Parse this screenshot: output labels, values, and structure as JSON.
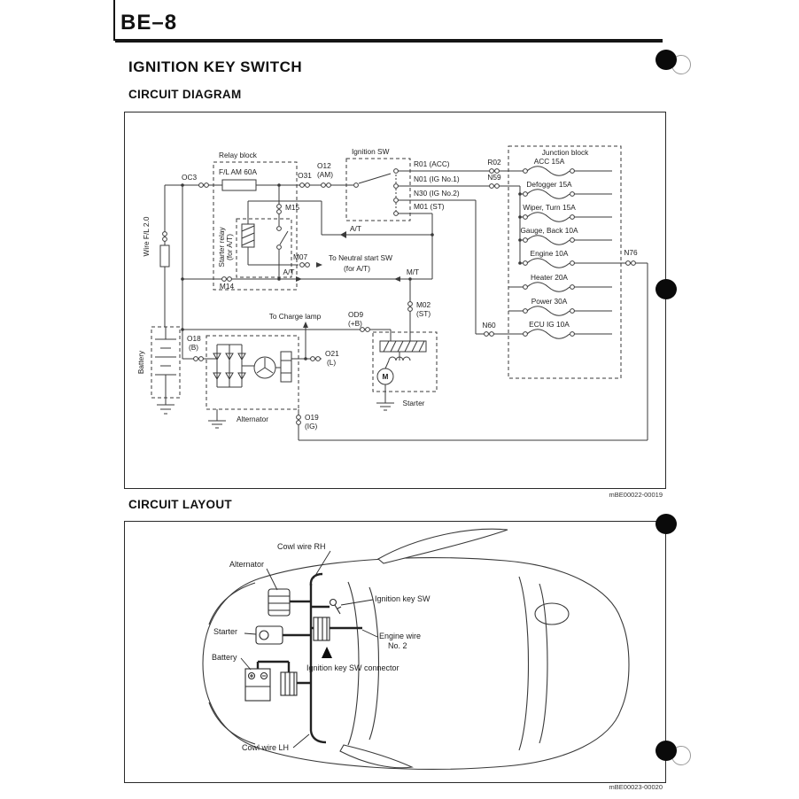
{
  "page": {
    "code": "BE–8",
    "title": "IGNITION KEY SWITCH",
    "section_diagram": "CIRCUIT DIAGRAM",
    "section_layout": "CIRCUIT LAYOUT",
    "fig_code_diagram": "mBE00022-00019",
    "fig_code_layout": "mBE00023-00020"
  },
  "diagram": {
    "relay_block": "Relay block",
    "fuse_fl_am": "F/L AM 60A",
    "conn_oc3": "OC3",
    "conn_o31": "O31",
    "conn_o12": "O12",
    "conn_o12_pin": "(AM)",
    "ignition_sw": "Ignition SW",
    "out_r01": "R01 (ACC)",
    "out_n01": "N01 (IG No.1)",
    "out_n30": "N30 (IG No.2)",
    "out_m01": "M01 (ST)",
    "conn_r02": "R02",
    "conn_n59": "N59",
    "junction_block": "Junction block",
    "fuses": [
      "ACC 15A",
      "Defogger 15A",
      "Wiper, Turn 15A",
      "Gauge, Back 10A",
      "Engine 10A",
      "Heater 20A",
      "Power 30A",
      "ECU IG 10A"
    ],
    "conn_n76": "N76",
    "conn_n60": "N60",
    "conn_m15": "M15",
    "starter_relay_1": "Starter relay",
    "starter_relay_2": "(for A/T)",
    "at_label": "A/T",
    "conn_m07": "M07",
    "neutral_sw_1": "To Neutral start SW",
    "neutral_sw_2": "(for A/T)",
    "conn_m14": "M14",
    "at_label2": "A/T",
    "mt_label": "M/T",
    "wire_fl": "Wire F/L 2.0",
    "battery": "Battery",
    "charge_lamp": "To Charge lamp",
    "conn_od9": "OD9",
    "conn_od9_pin": "(+B)",
    "conn_m02": "M02",
    "conn_m02_pin": "(ST)",
    "conn_o18": "O18",
    "conn_o18_pin": "(B)",
    "conn_o21": "O21",
    "conn_o21_pin": "(L)",
    "conn_o19": "O19",
    "conn_o19_pin": "(IG)",
    "alternator": "Alternator",
    "starter": "Starter",
    "motor": "M"
  },
  "layout": {
    "cowl_wire_rh": "Cowl wire RH",
    "alternator": "Alternator",
    "ignition_key_sw": "Ignition key SW",
    "starter": "Starter",
    "engine_wire_1": "Engine wire",
    "engine_wire_2": "No. 2",
    "battery": "Battery",
    "ign_key_sw_connector": "Ignition key SW connector",
    "cowl_wire_lh": "Cowl wire LH"
  }
}
